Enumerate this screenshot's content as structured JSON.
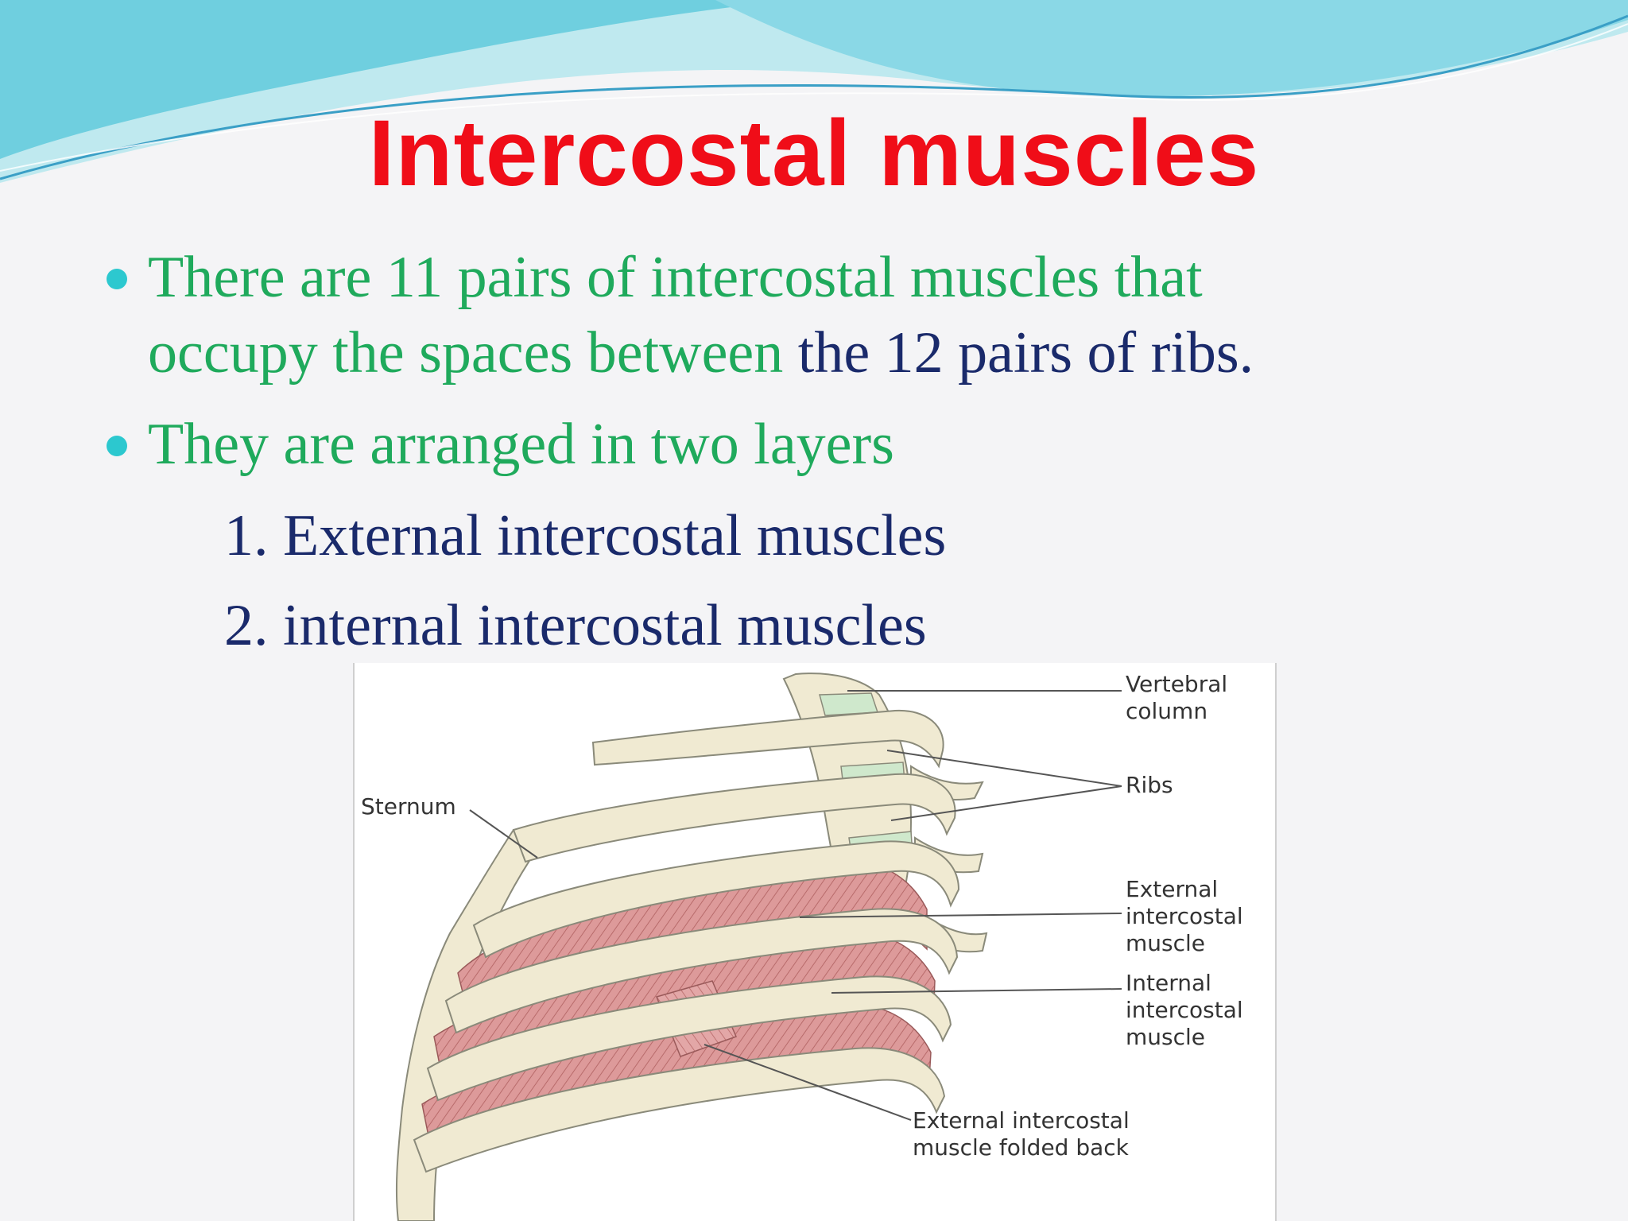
{
  "colors": {
    "title": "#f00d18",
    "bullet_text": "#1faa5c",
    "dark_text": "#1a2a6b",
    "bullet_dot": "#2cc8cf",
    "wave_light": "#bfe9ef",
    "wave_mid": "#6fcfdf",
    "wave_dark": "#3a9fc6",
    "rib_fill": "#f0ead2",
    "muscle_fill": "#d98b8b"
  },
  "title": "Intercostal muscles",
  "bullets": [
    {
      "green_text_line1": "There are 11 pairs of intercostal muscles that",
      "green_text_line2": "occupy the  spaces between",
      "dark_text": " the 12 pairs of ribs."
    },
    {
      "green_text": "They are arranged in two layers"
    }
  ],
  "sub_items": [
    "1. External  intercostal muscles",
    "2. internal intercostal muscles"
  ],
  "figure": {
    "labels": {
      "vertebral_1": "Vertebral",
      "vertebral_2": "column",
      "ribs": "Ribs",
      "sternum": "Sternum",
      "external_1": "External",
      "external_2": "intercostal",
      "external_3": "muscle",
      "internal_1": "Internal",
      "internal_2": "intercostal",
      "internal_3": "muscle",
      "folded_1": "External intercostal",
      "folded_2": "muscle folded back"
    }
  }
}
